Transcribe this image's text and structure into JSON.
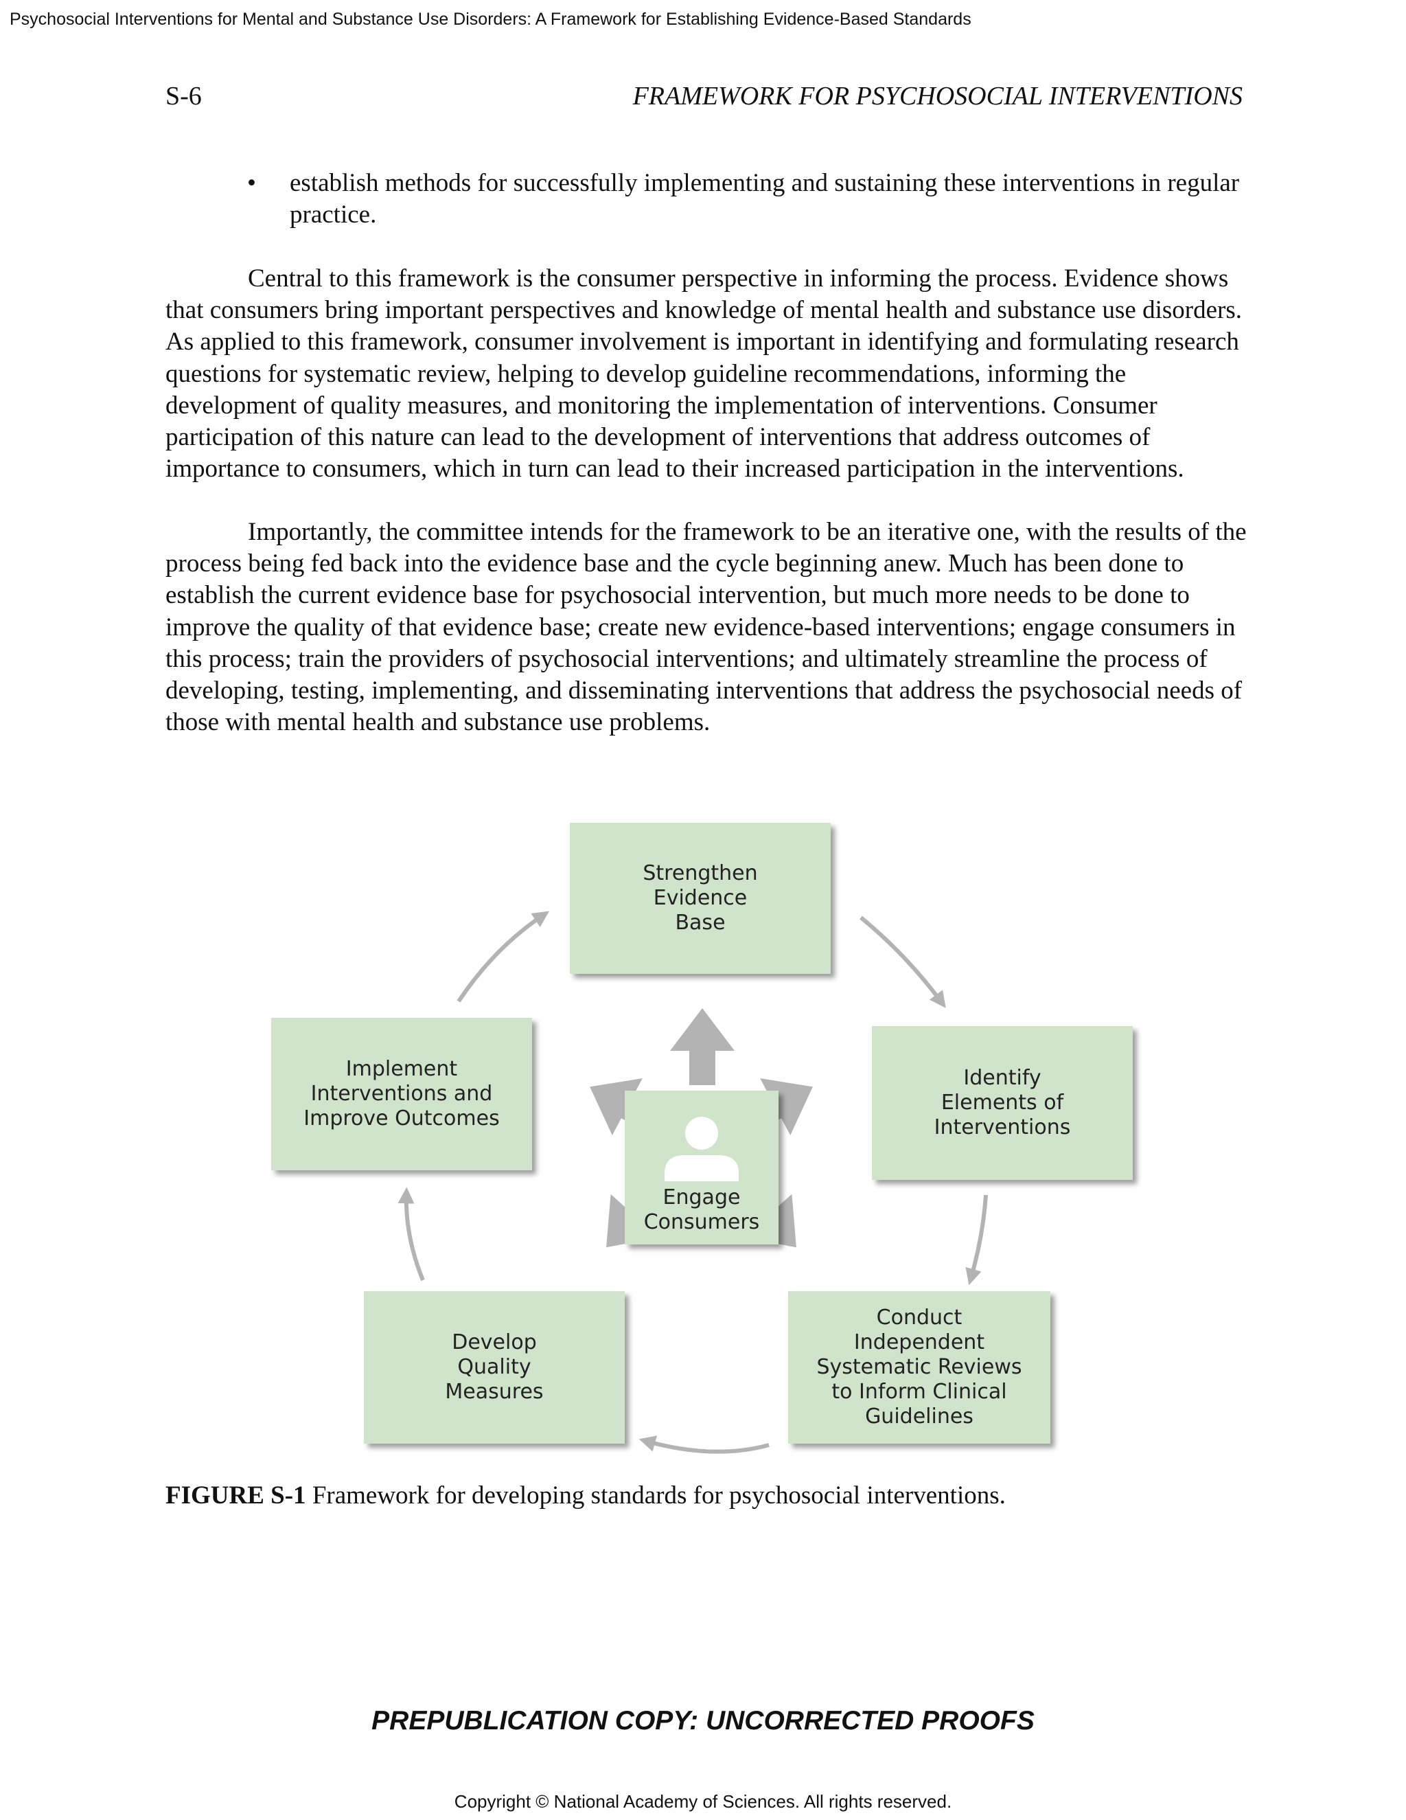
{
  "header": {
    "book_title": "Psychosocial Interventions for Mental and Substance Use Disorders:  A Framework for Establishing Evidence-Based Standards",
    "page_number": "S-6",
    "running_head": "FRAMEWORK FOR PSYCHOSOCIAL INTERVENTIONS"
  },
  "body": {
    "bullet": "establish methods for successfully implementing and sustaining these interventions in regular practice.",
    "paragraphs": [
      "Central to this framework is the consumer perspective in informing the process. Evidence shows that consumers bring important perspectives and knowledge of mental health and substance use disorders. As applied to this framework, consumer involvement is important in identifying and formulating research questions for systematic review, helping to develop guideline recommendations, informing the development of quality measures, and monitoring the implementation of interventions. Consumer participation of this nature can lead to the development of interventions that address outcomes of importance to consumers, which in turn can lead to their increased participation in the interventions.",
      "Importantly, the committee intends for the framework to be an iterative one, with the results of the process being fed back into the evidence base and the cycle beginning anew. Much has been done to establish the current evidence base for psychosocial intervention, but much more needs to be done to improve the quality of that evidence base; create new evidence-based interventions; engage consumers in this process; train the providers of psychosocial interventions; and ultimately streamline the process of developing, testing, implementing, and disseminating interventions that address the psychosocial needs of those with mental health and substance use problems."
    ]
  },
  "figure": {
    "center": {
      "lines": [
        "Engage",
        "Consumers"
      ],
      "icon": "person-icon"
    },
    "boxes": {
      "strengthen": [
        "Strengthen",
        "Evidence",
        "Base"
      ],
      "identify": [
        "Identify",
        "Elements of",
        "Interventions"
      ],
      "conduct": [
        "Conduct",
        "Independent",
        "Systematic Reviews",
        "to Inform Clinical",
        "Guidelines"
      ],
      "develop": [
        "Develop",
        "Quality",
        "Measures"
      ],
      "implement": [
        "Implement",
        "Interventions and",
        "Improve Outcomes"
      ]
    },
    "caption_label": "FIGURE S-1",
    "caption_text": " Framework for developing standards for psychosocial interventions.",
    "colors": {
      "box_fill": "#d0e4cc",
      "arrow_gray": "#b3b3b3"
    }
  },
  "footer": {
    "proof_notice": "PREPUBLICATION COPY: UNCORRECTED PROOFS",
    "copyright": "Copyright © National Academy of Sciences. All rights reserved."
  }
}
